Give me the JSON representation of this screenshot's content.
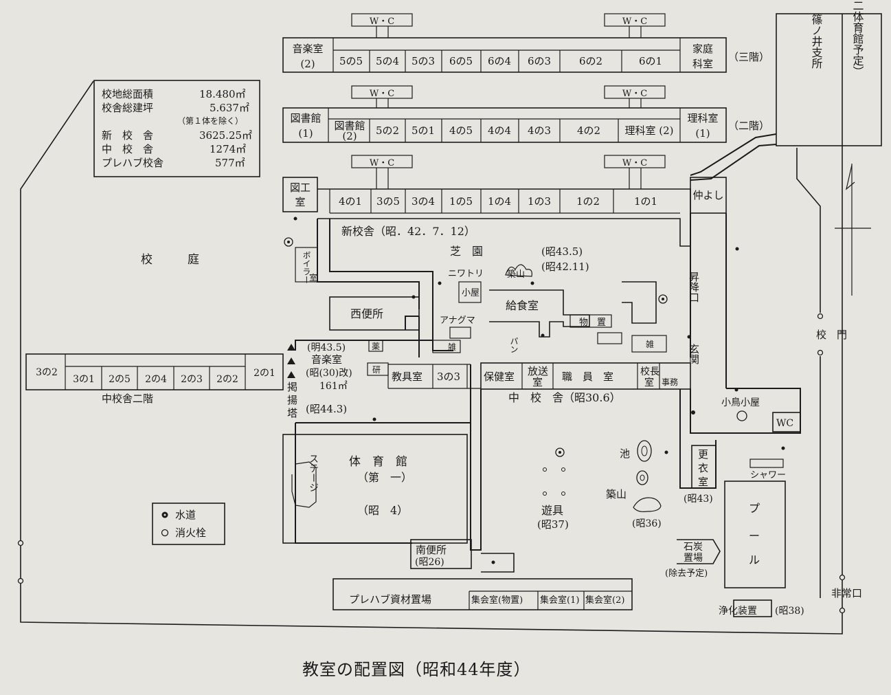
{
  "caption": "教室の配置図（昭和44年度）",
  "wc_label": "W・C",
  "floors": {
    "third": {
      "label": "（三階）",
      "rooms": [
        "音楽室",
        "(2)",
        "5の5",
        "5の4",
        "5の3",
        "6の5",
        "6の4",
        "6の3",
        "6の2",
        "6の1",
        "家庭",
        "科室"
      ]
    },
    "second": {
      "label": "（二階）",
      "rooms": [
        "図書館",
        "(1)",
        "図書館",
        "(2)",
        "5の2",
        "5の1",
        "4の5",
        "4の4",
        "4の3",
        "4の2",
        "理科室 (2)",
        "理科室",
        "(1)"
      ]
    },
    "first": {
      "rooms": [
        "図工",
        "室",
        "4の1",
        "3の5",
        "3の4",
        "1の5",
        "1の4",
        "1の3",
        "1の2",
        "1の1",
        "仲よし"
      ]
    }
  },
  "stats": {
    "rows": [
      {
        "label": "校地総面積",
        "value": "18.480㎡"
      },
      {
        "label": "校舎総建坪",
        "value": "5.637㎡"
      },
      {
        "label": "（第１体を除く）",
        "value": ""
      },
      {
        "label": "新　校　舎",
        "value": "3625.25㎡"
      },
      {
        "label": "中　校　舎",
        "value": "1274㎡"
      },
      {
        "label": "プレハブ校舎",
        "value": "577㎡"
      }
    ]
  },
  "annex": "（第二体育館予定）",
  "annex_name": "篠ノ井支所",
  "labels": {
    "kotei": "校　　　庭",
    "shinkosha": "新校舎（昭．42．7．12）",
    "shibazono": "芝　園",
    "sho43_5": "(昭43.5)",
    "sho42_11": "(昭42.11)",
    "niwatori": "ニワトリ",
    "tsukiyama": "築山",
    "koya": "小屋",
    "boiler": "ボイラー",
    "boiler_shitsu": "室",
    "nishi_benjo": "西便所",
    "kyushoku": "給食室",
    "anaguma": "アナグマ",
    "pan": "パン",
    "monooki": "物　置",
    "zatsu1": "雑",
    "zatsu2": "雑",
    "shokoguchi": "昇降口",
    "genkan": "玄関",
    "mei43_5": "(明43.5)",
    "yaku": "薬",
    "ongaku": "音楽室",
    "sho30_kai": "(昭(30)改)",
    "area161": "161㎡",
    "ken": "研",
    "kyogu": "教具室",
    "sannosan": "3の3",
    "hoken": "保健室",
    "hoso": "放送",
    "hoso2": "室",
    "shokuin": "職　員　室",
    "kocho": "校長",
    "kocho2": "室",
    "jimu": "事務",
    "keiyo": "掲",
    "keiyoto": "揚",
    "keiyoto2": "塔",
    "sho44_3": "(昭44.3)",
    "naka_kosha": "中　校　舎（昭30.6）",
    "kotori": "小鳥小屋",
    "wc2": "WC",
    "ike": "池",
    "tsukiyama2": "築山",
    "sho36": "(昭36)",
    "yugu": "遊具",
    "sho37": "(昭37)",
    "koui": "更",
    "koui2": "衣",
    "koui3": "室",
    "sho43": "(昭43)",
    "shower": "シャワー",
    "pool1": "プ",
    "pool2": "ー",
    "pool3": "ル",
    "sekitan1": "石炭",
    "sekitan2": "置場",
    "jokyo": "(除去予定)",
    "joka": "浄化装置",
    "sho38": "(昭38)",
    "taiiku": "体　育　館",
    "daiichi": "（第　一）",
    "sho4": "（昭　4）",
    "stage": "ステージ",
    "minami_benjo": "南便所",
    "sho26": "(昭26)",
    "prefab": "プレハブ資材置場",
    "shukai_butsu": "集会室(物置)",
    "shukai1": "集会室(1)",
    "shukai2": "集会室(2)",
    "komon": "校　門",
    "hijoguchi": "非常口",
    "naka2": "中校舎二階"
  },
  "naka2_rooms": [
    "3の2",
    "3の1",
    "2の5",
    "2の4",
    "2の3",
    "2の2",
    "2の1"
  ],
  "legend": {
    "water": "水道",
    "hydrant": "消火栓"
  }
}
